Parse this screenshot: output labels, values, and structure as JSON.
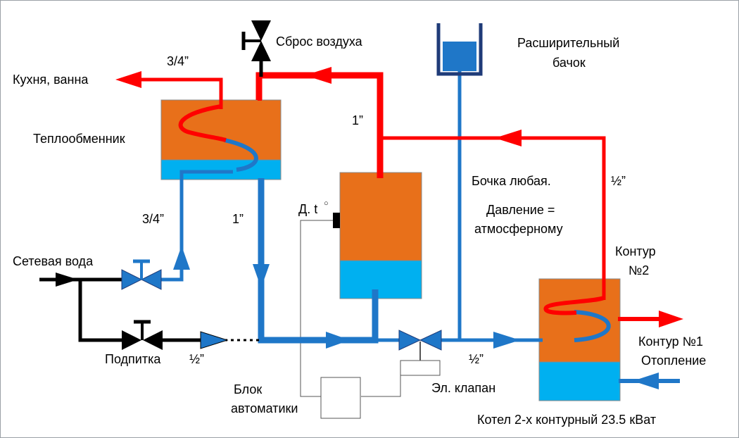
{
  "labels": {
    "air_vent": "Сброс воздуха",
    "expansion_tank_line1": "Расширительный",
    "expansion_tank_line2": "бачок",
    "kitchen_bath": "Кухня, ванна",
    "pipe_3_4_top": "3/4”",
    "heat_exchanger": "Теплообменник",
    "pipe_1_upper": "1”",
    "barrel_any": "Бочка любая.",
    "pressure_line1": "Давление =",
    "pressure_line2": "атмосферному",
    "pipe_half_right": "½”",
    "pipe_3_4_left": "3/4”",
    "pipe_1_lower": "1”",
    "temp_sensor": "Д. t",
    "temp_degree": "○",
    "circuit2_line1": "Контур",
    "circuit2_line2": "№2",
    "mains_water": "Сетевая вода",
    "feed": "Подпитка",
    "pipe_half_feed": "½”",
    "pipe_half_valve": "½”",
    "circuit1_line1": "Контур №1",
    "circuit1_line2": "Отопление",
    "automation_line1": "Блок",
    "automation_line2": "автоматики",
    "solenoid_valve": "Эл. клапан",
    "boiler": "Котел 2-х контурный 23.5 кВат"
  },
  "colors": {
    "hot_pipe": "#ff0000",
    "cold_pipe": "#1f77c8",
    "mains_pipe": "#000000",
    "tank_hot": "#e8701a",
    "tank_cold": "#00b0f0",
    "expansion_tank_fill": "#1f77c8",
    "expansion_tank_outline": "#1f3b78"
  }
}
